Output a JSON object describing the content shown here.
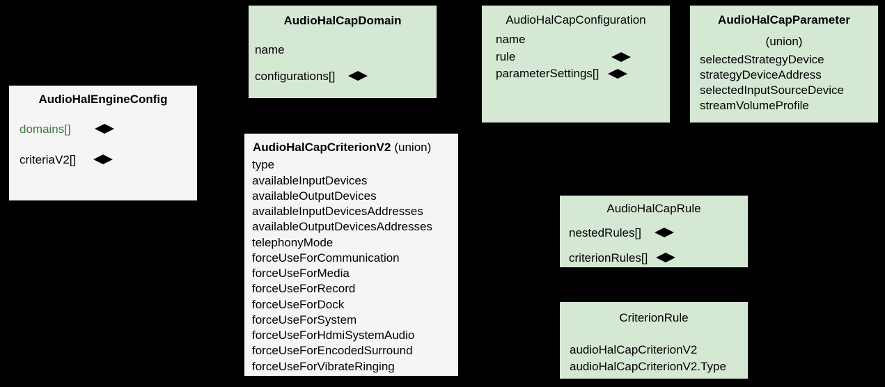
{
  "diagram": {
    "title_hidden": "",
    "colors": {
      "background": "#000000",
      "box_green": "#d5e8d4",
      "box_gray": "#f5f5f5",
      "text": "#000000",
      "accent_green_text": "#3a7a3a",
      "edge": "#000000"
    }
  },
  "boxes": {
    "engine_config": {
      "title": "AudioHalEngineConfig",
      "attrs": [
        {
          "label": "domains[]",
          "color": "green",
          "diamond": true
        },
        {
          "label": "criteriaV2[]",
          "color": "black",
          "diamond": true
        }
      ]
    },
    "cap_domain": {
      "title": "AudioHalCapDomain",
      "attrs": [
        {
          "label": "name",
          "diamond": false
        },
        {
          "label": "configurations[]",
          "diamond": true
        }
      ]
    },
    "cap_configuration": {
      "title": "AudioHalCapConfiguration",
      "attrs": [
        {
          "label": "name",
          "diamond": false
        },
        {
          "label": "rule",
          "diamond": true
        },
        {
          "label": "parameterSettings[]",
          "diamond": true
        }
      ]
    },
    "cap_parameter": {
      "title": "AudioHalCapParameter",
      "subtitle": "(union)",
      "attrs": [
        {
          "label": "selectedStrategyDevice"
        },
        {
          "label": "strategyDeviceAddress"
        },
        {
          "label": "selectedInputSourceDevice"
        },
        {
          "label": "streamVolumeProfile"
        }
      ]
    },
    "criterion_v2": {
      "title": "AudioHalCapCriterionV2",
      "subtitle": "(union)",
      "attrs": [
        {
          "label": "type"
        },
        {
          "label": "availableInputDevices"
        },
        {
          "label": "availableOutputDevices"
        },
        {
          "label": "availableInputDevicesAddresses"
        },
        {
          "label": "availableOutputDevicesAddresses"
        },
        {
          "label": "telephonyMode"
        },
        {
          "label": "forceUseForCommunication"
        },
        {
          "label": "forceUseForMedia"
        },
        {
          "label": "forceUseForRecord"
        },
        {
          "label": "forceUseForDock"
        },
        {
          "label": "forceUseForSystem"
        },
        {
          "label": "forceUseForHdmiSystemAudio"
        },
        {
          "label": "forceUseForEncodedSurround"
        },
        {
          "label": "forceUseForVibrateRinging"
        }
      ]
    },
    "cap_rule": {
      "title": "AudioHalCapRule",
      "attrs": [
        {
          "label": "nestedRules[]",
          "diamond": true
        },
        {
          "label": "criterionRules[]",
          "diamond": true
        }
      ]
    },
    "criterion_rule": {
      "title": "CriterionRule",
      "attrs": [
        {
          "label": "audioHalCapCriterionV2"
        },
        {
          "label": "audioHalCapCriterionV2.Type"
        }
      ]
    }
  }
}
